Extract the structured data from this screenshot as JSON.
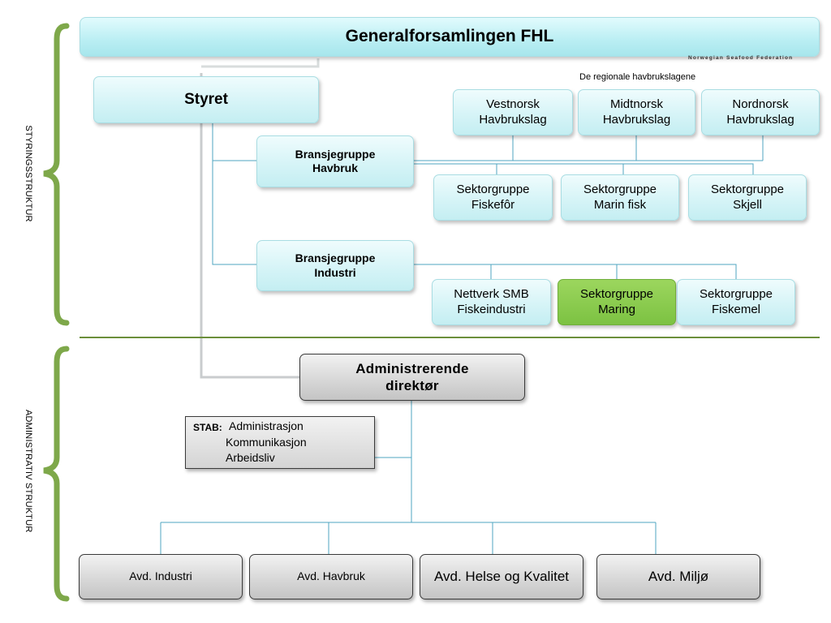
{
  "header": {
    "title": "Generalforsamlingen FHL",
    "tagline": "Norwegian Seafood Federation"
  },
  "side_labels": {
    "governance": "STYRINGSSTRUKTUR",
    "administrative": "ADMINISTRATIV STRUKTUR"
  },
  "board": "Styret",
  "regional_caption": "De regionale havbrukslagene",
  "regional": [
    [
      "Vestnorsk",
      "Havbrukslag"
    ],
    [
      "Midtnorsk",
      "Havbrukslag"
    ],
    [
      "Nordnorsk",
      "Havbrukslag"
    ]
  ],
  "bransje_havbruk": [
    "Bransjegruppe",
    "Havbruk"
  ],
  "havbruk_sectors": [
    [
      "Sektorgruppe",
      "Fiskefôr"
    ],
    [
      "Sektorgruppe",
      "Marin fisk"
    ],
    [
      "Sektorgruppe",
      "Skjell"
    ]
  ],
  "bransje_industri": [
    "Bransjegruppe",
    "Industri"
  ],
  "industri_sectors": [
    [
      "Nettverk SMB",
      "Fiskeindustri"
    ],
    [
      "Sektorgruppe",
      "Maring"
    ],
    [
      "Sektorgruppe",
      "Fiskemel"
    ]
  ],
  "director": [
    "Administrerende",
    "direktør"
  ],
  "stab": {
    "label": "STAB:",
    "items": [
      "Administrasjon",
      "Kommunikasjon",
      "Arbeidsliv"
    ]
  },
  "departments": [
    "Avd. Industri",
    "Avd. Havbruk",
    "Avd. Helse og Kvalitet",
    "Avd. Miljø"
  ],
  "colors": {
    "cyan_box": "#d6f4f7",
    "green_box": "#7cc242",
    "grey_box": "#d8d8d8",
    "bracket_green": "#7ea84a",
    "connector": "#4fa5c0",
    "divider": "#6b8f3a"
  }
}
